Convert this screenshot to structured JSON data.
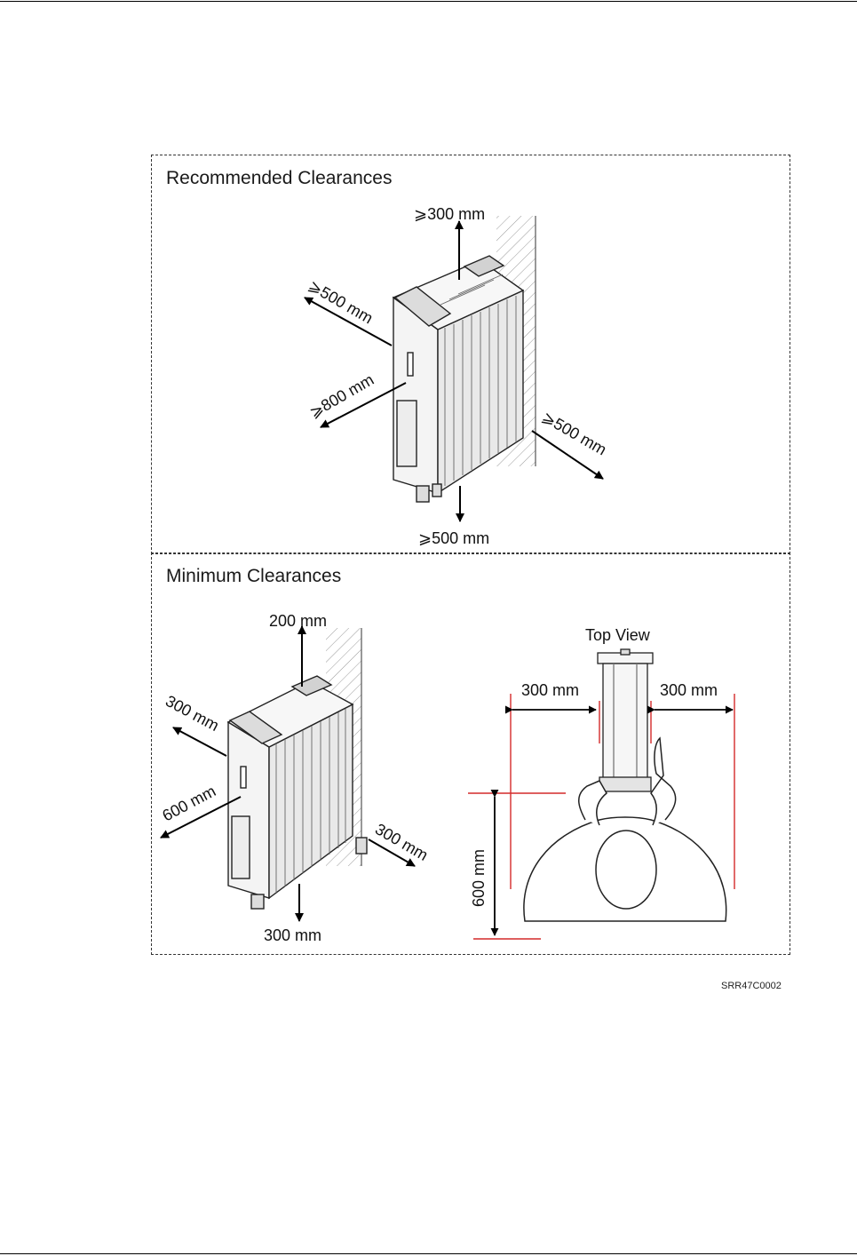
{
  "recommended": {
    "title": "Recommended Clearances",
    "top": "⩾300 mm",
    "back_left": "⩾500 mm",
    "front_left": "⩾800 mm",
    "right": "⩾500 mm",
    "bottom": "⩾500 mm"
  },
  "minimum": {
    "title": "Minimum Clearances",
    "top": "200 mm",
    "back_left": "300 mm",
    "front_left": "600 mm",
    "right": "300 mm",
    "bottom": "300 mm"
  },
  "top_view": {
    "title": "Top View",
    "left_width": "300 mm",
    "right_width": "300 mm",
    "depth": "600 mm"
  },
  "figure_code": "SRR47C0002",
  "colors": {
    "dimension_line": "#d42a2a",
    "outline": "#222222",
    "wall_hatch": "#9a9a9a"
  }
}
